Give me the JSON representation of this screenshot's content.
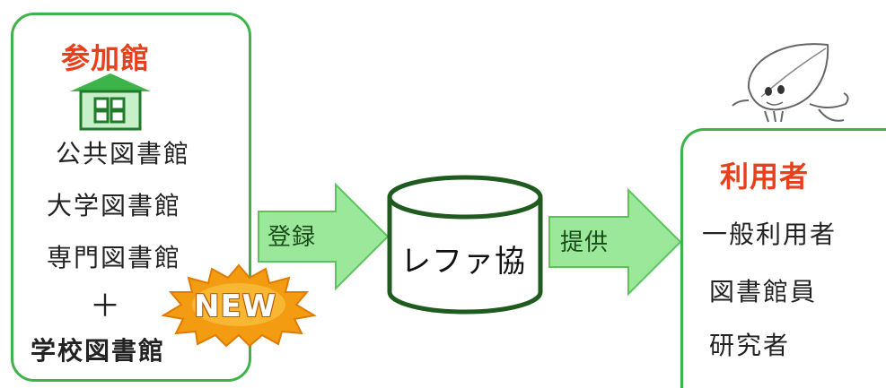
{
  "participants": {
    "title": "参加館",
    "items": [
      "公共図書館",
      "大学図書館",
      "専門図書館"
    ],
    "plus": "＋",
    "new_item": "学校図書館"
  },
  "badge": {
    "text": "NEW"
  },
  "arrows": {
    "register": "登録",
    "provide": "提供"
  },
  "database": {
    "label": "レファ協"
  },
  "users": {
    "title": "利用者",
    "items": [
      "一般利用者",
      "図書館員",
      "研究者"
    ]
  },
  "colors": {
    "accent_green": "#3cb44a",
    "arrow_fill": "#9be89b",
    "title_red": "#e8401c",
    "badge_orange": "#f39c12"
  }
}
